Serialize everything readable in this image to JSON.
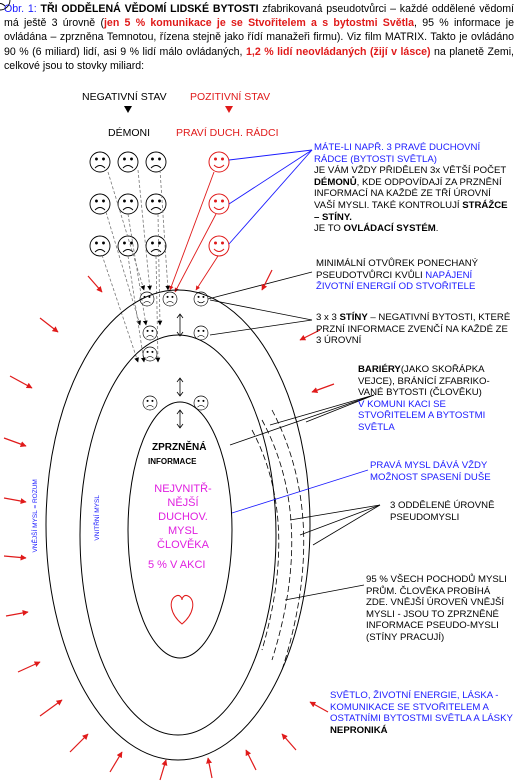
{
  "caption": {
    "obr": "Obr. 1:",
    "t1": "TŘI ODDĚLENÁ VĚDOMÍ LIDSKÉ BYTOSTI",
    "t2": " zfabrikovaná pseudotvůrci – každé oddělené vědomí má ještě 3 úrovně (",
    "t3": "jen 5 % komunikace je se Stvořitelem a s bytostmi Světla",
    "t4": ", 95 % informace je ovládána – zprzněna Temnotou, řízena stejně jako řídí manažeři firmu). Viz film MATRIX. Takto je ovládáno 90 % (6 miliard) lidí, asi 9 % lidí málo ovládaných, ",
    "t5": "1,2 % lidí neovládaných (žijí v lásce)",
    "t6": " na planetě Zemi, celkové jsou to stovky miliard:"
  },
  "headers": {
    "neg": "NEGATIVNÍ STAV",
    "demoni": "DÉMONI",
    "poz": "POZITIVNÍ STAV",
    "pravi": "PRAVÍ DUCH. RÁDCI"
  },
  "notes": {
    "n1_blue": "MÁTE-LI NAPŘ. 3 PRAVÉ DUCHOVNÍ RÁDCE (BYTOSTI SVĚTLA)",
    "n1_a": "JE VÁM VŽDY PŘIDĚLEN 3x VĚTŠÍ POČET ",
    "n1_b": "DÉMONŮ",
    "n1_c": ", KDE ODPOVÍDAJÍ ZA PRZNĚNÍ INFORMACÍ NA KAŽDÉ ZE TŘÍ ÚROVNÍ VAŠÍ MYSLI. TAKÉ KONTROLUJÍ ",
    "n1_d": "STRÁŽCE – STÍNY.",
    "n1_e": "JE TO  ",
    "n1_f": "OVLÁDACÍ SYSTÉM",
    "n1_g": ".",
    "n2_a": "MINIMÁLNÍ OTVŮREK PONECHANÝ PSEUDOTVŮRCI KVŮLI ",
    "n2_b": "NAPÁJENÍ ŽIVOTNÍ ENERGIÍ OD STVOŘITELE",
    "n3_a": "3 x 3 ",
    "n3_b": "STÍNY",
    "n3_c": " – NEGATIVNÍ BYTOSTI, KTERÉ PRZNÍ INFORMACE ZVENČÍ NA KAŽDÉ ZE 3 ÚROVNÍ",
    "n4_a": "BARIÉRY",
    "n4_b": "(JAKO SKOŘÁPKA VEJCE), BRÁNÍCÍ ZFABRIKO-VANÉ BYTOSTI (ČLOVĚKU)",
    "n4_c": "V KOMUNI KACI SE STVOŘITELEM A BYTOSTMI SVĚTLA",
    "n5": "PRAVÁ MYSL DÁVÁ VŽDY MOŽNOST SPASENÍ DUŠE",
    "n6": "3 ODDĚLENÉ ÚROVNĚ PSEUDOMYSLI",
    "n7": "95 % VŠECH POCHODŮ MYSLI  PRŮM. ČLOVĚKA PROBÍHÁ ZDE. VNĚJŠÍ ÚROVEŇ VNĚJŠÍ MYSLI - JSOU TO ZPRZNĚNÉ INFORMACE PSEUDO-MYSLI (STÍNY PRACUJÍ)",
    "n8_a": "SVĚTLO, ŽIVOTNÍ ENERGIE, LÁSKA - KOMUNIKACE SE STVOŘITELEM A OSTATNÍMI BYTOSTMI SVĚTLA A LÁSKY ",
    "n8_b": "NEPRONIKÁ"
  },
  "inner": {
    "zprznena": "ZPRZNĚNÁ",
    "informace": "INFORMACE",
    "nejv1": "NEJVNITŘ-",
    "nejv2": "NĚJŠÍ",
    "nejv3": "DUCHOV.",
    "nejv4": "MYSL",
    "nejv5": "ČLOVĚKA",
    "akci": "5 % V AKCI",
    "outer_label": "VNĚJŠÍ MYSL = ROZUM",
    "inner_label": "VNITŘNÍ MYSL"
  },
  "colors": {
    "blue": "#1a1aff",
    "red": "#e01a1a",
    "magenta": "#e020e0"
  }
}
